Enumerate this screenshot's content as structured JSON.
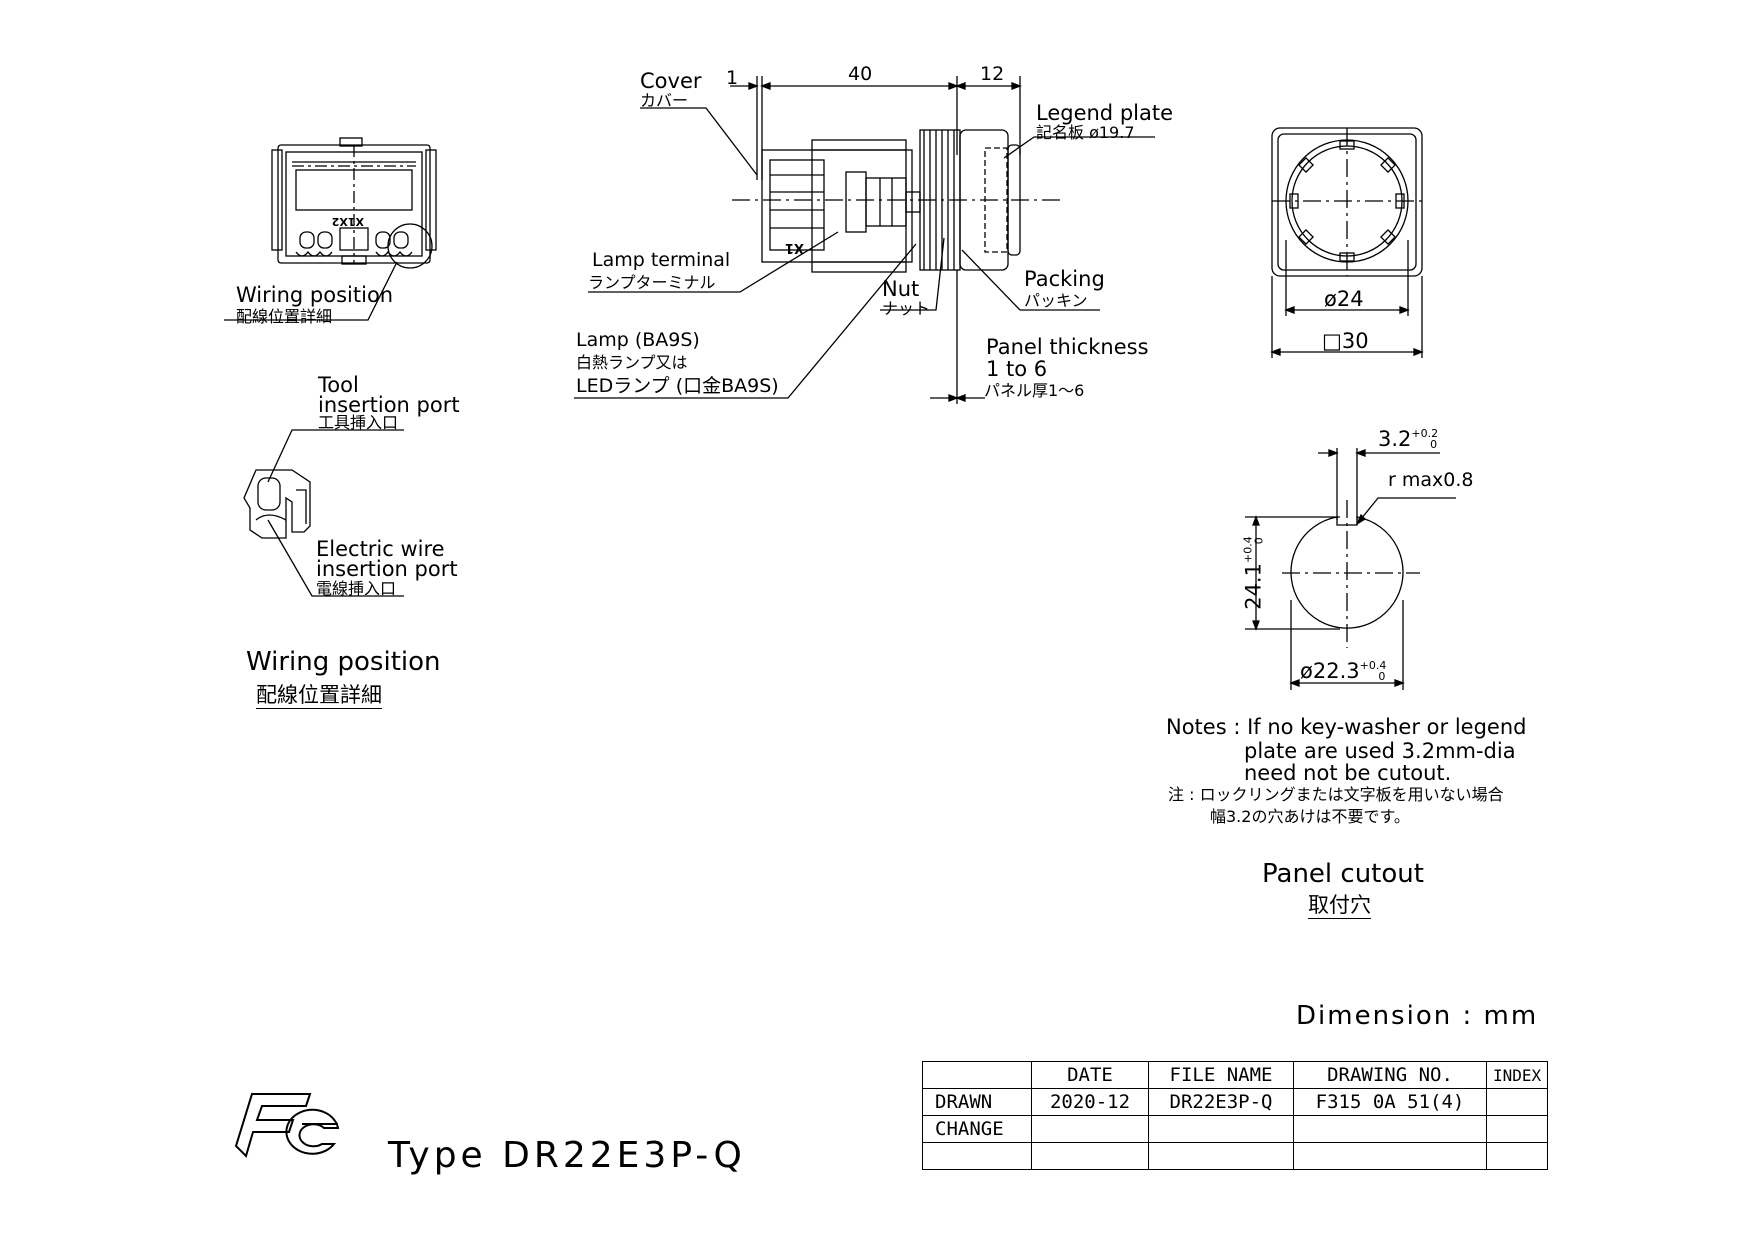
{
  "header_dims": {
    "d1": "1",
    "d40": "40",
    "d12": "12"
  },
  "labels": {
    "cover_en": "Cover",
    "cover_jp": "カバー",
    "legend_en": "Legend plate",
    "legend_jp": "記名板 ø19.7",
    "lamp_terminal_en": "Lamp terminal",
    "lamp_terminal_jp": "ランプターミナル",
    "nut_en": "Nut",
    "nut_jp": "ナット",
    "packing_en": "Packing",
    "packing_jp": "パッキン",
    "lamp_en": "Lamp (BA9S)",
    "lamp_jp1": "白熱ランプ又は",
    "lamp_jp2": "LEDランプ (口金BA9S)",
    "panel_thk_1": "Panel thickness",
    "panel_thk_2": "1 to 6",
    "panel_thk_jp": "パネル厚1〜6",
    "wiring_pos_en": "Wiring position",
    "wiring_pos_jp": "配線位置詳細",
    "tool_1": "Tool",
    "tool_2": "insertion port",
    "tool_jp": "工具挿入口",
    "wire_1": "Electric wire",
    "wire_2": "insertion port",
    "wire_jp": "電線挿入口",
    "wiring_title_en": "Wiring position",
    "wiring_title_jp": "配線位置詳細",
    "term_x1x2": "X1 X2",
    "term_x1": "X1",
    "dia24": "ø24",
    "sq30": "□30",
    "cut_w": "3.2",
    "cut_w_tol_up": "+0.2",
    "cut_w_tol_dn": "0",
    "rmax": "r max0.8",
    "cut_h": "24.1",
    "cut_h_tol_up": "+0.4",
    "cut_h_tol_dn": "0",
    "cut_d": "ø22.3",
    "cut_d_tol_up": "+0.4",
    "cut_d_tol_dn": "0",
    "notes_1": "Notes : If no key-washer or legend",
    "notes_2": "plate are used 3.2mm-dia",
    "notes_3": "need not be cutout.",
    "notes_jp1": "注 : ロックリングまたは文字板を用いない場合",
    "notes_jp2": "幅3.2の穴あけは不要です。",
    "cutout_en": "Panel cutout",
    "cutout_jp": "取付穴",
    "dimension": "Dimension : mm",
    "type": "Type DR22E3P-Q"
  },
  "table": {
    "headers": [
      "",
      "DATE",
      "FILE NAME",
      "DRAWING NO.",
      "INDEX"
    ],
    "drawn": [
      "DRAWN",
      "2020-12",
      "DR22E3P-Q",
      "F315 0A 51(4)",
      ""
    ],
    "change": [
      "CHANGE",
      "",
      "",
      "",
      ""
    ],
    "blank": [
      "",
      "",
      "",
      "",
      ""
    ]
  }
}
